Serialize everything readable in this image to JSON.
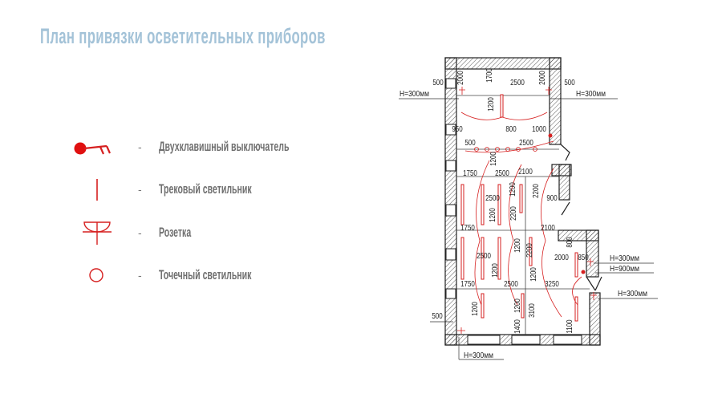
{
  "title": "План привязки осветительных приборов",
  "legend": [
    {
      "icon": "double-switch-icon",
      "dash": "-",
      "label": "Двухклавишный выключатель"
    },
    {
      "icon": "track-light-icon",
      "dash": "-",
      "label": "Трековый светильник"
    },
    {
      "icon": "socket-icon",
      "dash": "-",
      "label": "Розетка"
    },
    {
      "icon": "spot-light-icon",
      "dash": "-",
      "label": "Точечный светильник"
    }
  ],
  "colors": {
    "title": "#a4c3d8",
    "symbols": "#d62020",
    "walls": "#222222",
    "legend_text": "#6f6f6f"
  },
  "plan": {
    "dims": [
      "500",
      "2000",
      "1700",
      "2500",
      "2000",
      "500",
      "1200",
      "950",
      "800",
      "1000",
      "500",
      "2500",
      "1200",
      "1750",
      "2500",
      "2100",
      "1200",
      "2200",
      "2500",
      "900",
      "1200",
      "2200",
      "1750",
      "2100",
      "800",
      "1200",
      "2200",
      "2500",
      "2000",
      "850",
      "1200",
      "1200",
      "1750",
      "2500",
      "3250",
      "1200",
      "1200",
      "3100",
      "1400",
      "1100",
      "500"
    ],
    "heights": [
      "H=300мм",
      "H=300мм",
      "H=300мм",
      "H=900мм",
      "H=300мм",
      "H=300мм"
    ]
  }
}
